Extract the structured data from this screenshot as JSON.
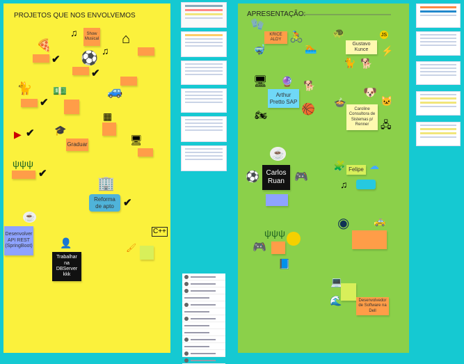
{
  "frames": {
    "projects": {
      "title": "PROJETOS QUE NOS ENVOLVEMOS",
      "color": "#fbf13c",
      "notes": {
        "show_musical": "Show Musical",
        "graduar": "Graduar",
        "reforma": "Reforma de apto",
        "api": "Desenvolver API REST (SpringBoot)",
        "dbserver": "Trabalhar na DBServer kkk"
      }
    },
    "presentation": {
      "title": "APRESENTAÇÃO:",
      "color": "#8bd04a",
      "notes": {
        "aldy": "KRICE ALDY",
        "gustavo": "Gustavo Kunce",
        "arthur": "Arthur Pretto SAP",
        "caroline": "Caroline Consultora de Sistemas p/ Renner",
        "carlos": "Carlos Ruan",
        "felipe": "Felipe",
        "dell": "Desenvolvedor de Software na Dell",
        "js": "JS"
      }
    }
  },
  "background": "#15c9d2"
}
